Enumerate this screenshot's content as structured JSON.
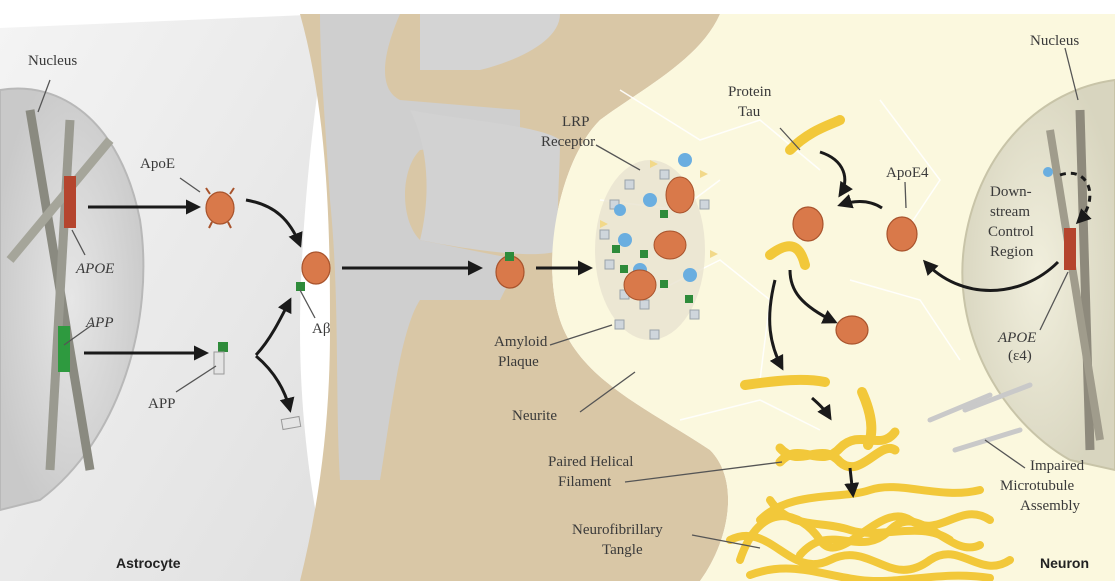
{
  "labels": {
    "nucleus_left": "Nucleus",
    "nucleus_right": "Nucleus",
    "apoe_gene": "APOE",
    "app_gene": "APP",
    "apoe_protein": "ApoE",
    "app_protein": "APP",
    "abeta": "Aβ",
    "lrp_line1": "LRP",
    "lrp_line2": "Receptor",
    "amyloid_line1": "Amyloid",
    "amyloid_line2": "Plaque",
    "neurite": "Neurite",
    "protein_tau_line1": "Protein",
    "protein_tau_line2": "Tau",
    "apoe4": "ApoE4",
    "downstream_line1": "Down-",
    "downstream_line2": "stream",
    "downstream_line3": "Control",
    "downstream_line4": "Region",
    "apoe_e4_line1": "APOE",
    "apoe_e4_line2": "(ε4)",
    "phf_line1": "Paired Helical",
    "phf_line2": "Filament",
    "nft_line1": "Neurofibrillary",
    "nft_line2": "Tangle",
    "impaired_line1": "Impaired",
    "impaired_line2": "Microtubule",
    "impaired_line3": "Assembly",
    "astrocyte": "Astrocyte",
    "neuron": "Neuron"
  },
  "colors": {
    "background": "#ffffff",
    "astrocyte_body": "#e9e9e9",
    "nucleus": "#dcdcdc",
    "neurite_tan": "#d9c7a6",
    "neuron_cream": "#fbf8de",
    "apoe_orange": "#d9794a",
    "abeta_green": "#2e8b3a",
    "tau_yellow": "#f2c83a",
    "receptor_blue": "#6aaee0",
    "gene_red": "#b5452e",
    "gene_green": "#2e9a3f"
  }
}
